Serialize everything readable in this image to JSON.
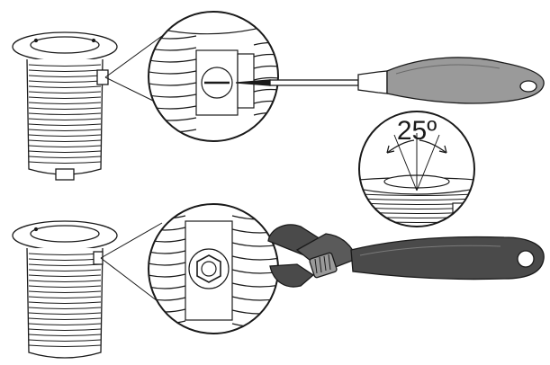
{
  "figure": {
    "angle_label": "25º",
    "steps": [
      {
        "tool": "screwdriver-icon",
        "fixture": "recessed-uplight-housing",
        "fastener": "slotted-screw"
      },
      {
        "tool": "adjustable-wrench-icon",
        "fixture": "recessed-uplight-housing",
        "fastener": "hex-bolt"
      }
    ],
    "detail": "tilt-angle-detail",
    "colors": {
      "line": "#1a1a1a",
      "handle": "#9a9a9a",
      "wrench": "#4a4a4a",
      "background": "#ffffff"
    }
  }
}
